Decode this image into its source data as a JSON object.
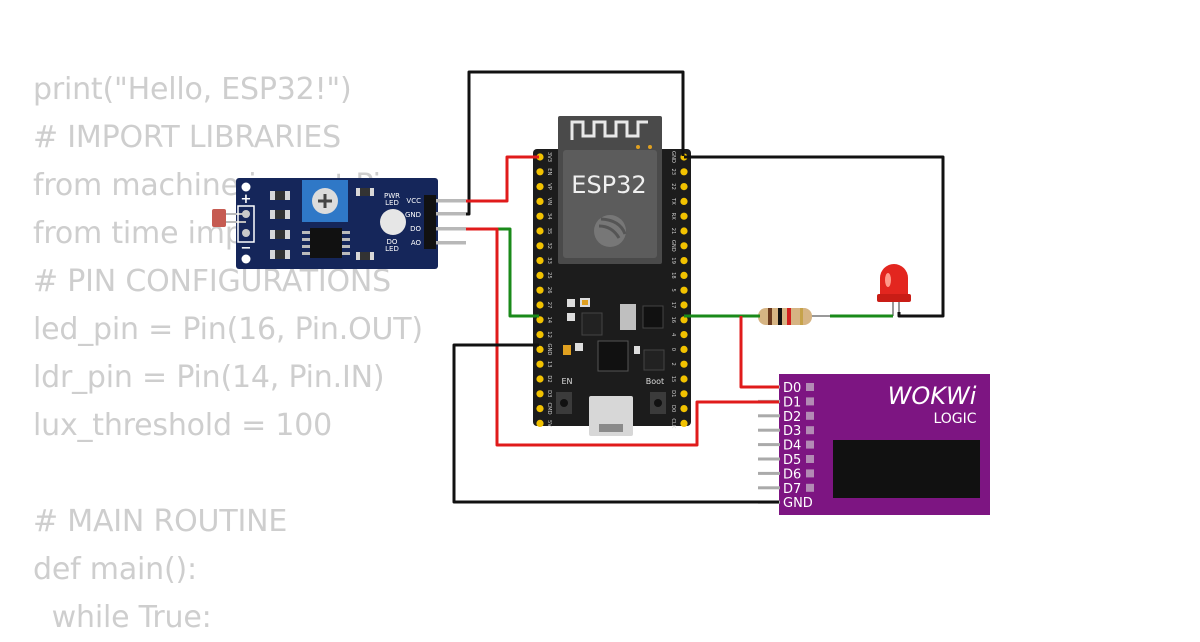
{
  "code_lines": [
    "print(\"Hello, ESP32!\")",
    "# IMPORT LIBRARIES",
    "from machine import Pin",
    "from time import sleep",
    "# PIN CONFIGURATIONS",
    "led_pin = Pin(16, Pin.OUT)",
    "ldr_pin = Pin(14, Pin.IN)",
    "lux_threshold = 100",
    "",
    "# MAIN ROUTINE",
    "def main():",
    "  while True:"
  ],
  "ldr_module": {
    "pins": [
      "VCC",
      "GND",
      "DO",
      "AO"
    ],
    "pwr_label": [
      "PWR",
      "LED"
    ],
    "do_label": [
      "DO",
      "LED"
    ],
    "plus": "+",
    "minus": "−"
  },
  "esp32": {
    "title": "ESP32",
    "en_label": "EN",
    "boot_label": "Boot",
    "left_pins": [
      "3V3",
      "EN",
      "VP",
      "VN",
      "34",
      "35",
      "32",
      "33",
      "25",
      "26",
      "27",
      "14",
      "12",
      "GND",
      "13",
      "D2",
      "D3",
      "CMD",
      "5V"
    ],
    "right_pins": [
      "GND",
      "23",
      "22",
      "TX",
      "RX",
      "21",
      "GND",
      "19",
      "18",
      "5",
      "17",
      "16",
      "4",
      "0",
      "2",
      "15",
      "D1",
      "D0",
      "CLK"
    ]
  },
  "logic_analyzer": {
    "brand": "WOKWi",
    "subtitle": "LOGIC",
    "pins": [
      "D0",
      "D1",
      "D2",
      "D3",
      "D4",
      "D5",
      "D6",
      "D7",
      "GND"
    ]
  },
  "colors": {
    "wire_black": "#111111",
    "wire_red": "#e01b1b",
    "wire_green": "#1a8a1a",
    "esp_board": "#1c1c1c",
    "ldr_board": "#15265a",
    "logic_board": "#7d1582",
    "led": "#e3261f"
  }
}
